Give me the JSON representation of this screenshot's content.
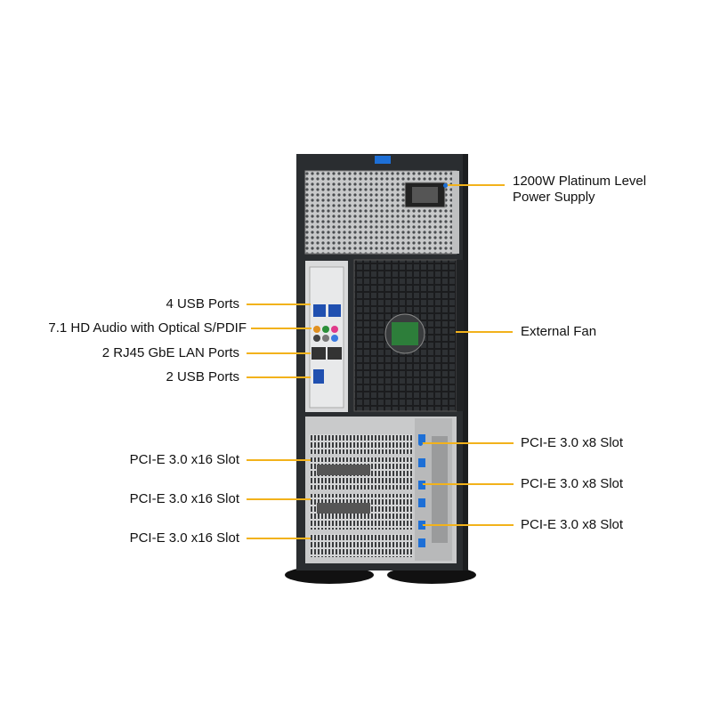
{
  "callouts": {
    "power_supply": "1200W Platinum Level\nPower Supply",
    "external_fan": "External Fan",
    "usb_top": "4 USB Ports",
    "audio": "7.1 HD Audio with Optical S/PDIF",
    "lan": "2 RJ45 GbE LAN Ports",
    "usb_bottom": "2 USB Ports",
    "pcie_x16_1": "PCI-E 3.0 x16 Slot",
    "pcie_x16_2": "PCI-E 3.0 x16 Slot",
    "pcie_x16_3": "PCI-E 3.0 x16 Slot",
    "pcie_x8_1": "PCI-E 3.0 x8 Slot",
    "pcie_x8_2": "PCI-E 3.0 x8 Slot",
    "pcie_x8_3": "PCI-E 3.0 x8 Slot"
  },
  "colors": {
    "leader": "#f2b21b",
    "chassis": "#2a2d30",
    "panel": "#d9dadb",
    "accent_blue": "#1d6fd6"
  }
}
